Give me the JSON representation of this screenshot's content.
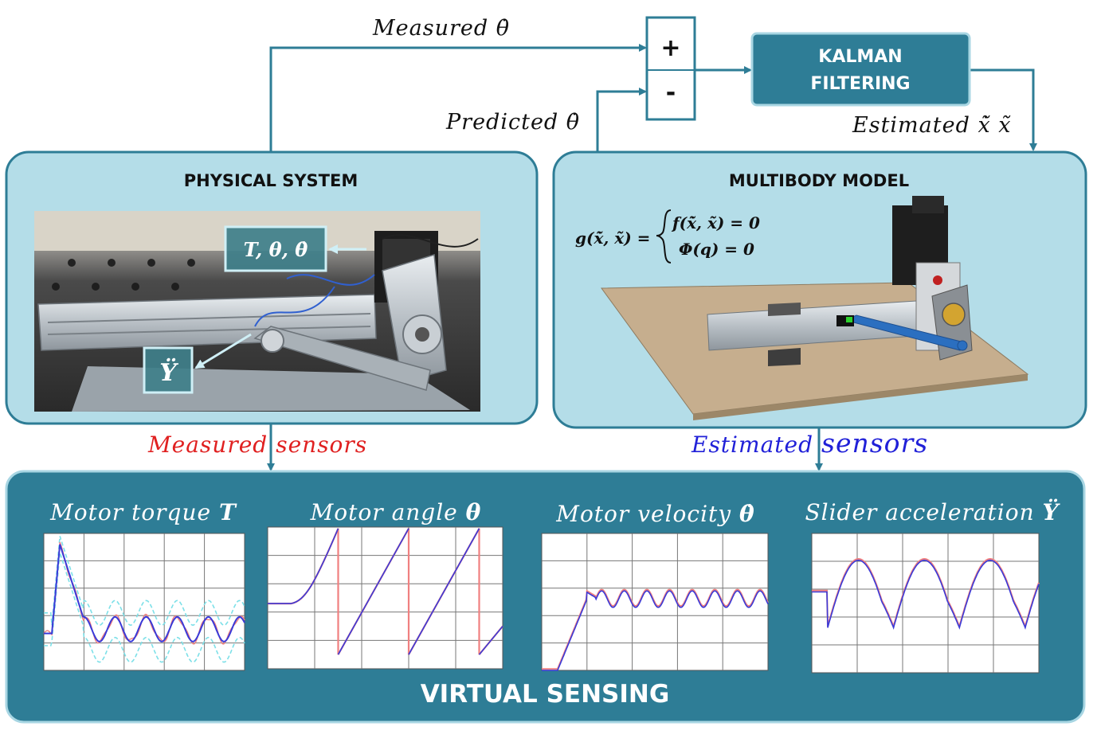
{
  "signals": {
    "measured_theta_dot": "Measured θ̇",
    "predicted_theta_dot": "Predicted θ̇",
    "estimated_states": "Estimated x̃̇ x̃"
  },
  "comparator": {
    "plus": "+",
    "minus": "-"
  },
  "kalman": {
    "line1": "KALMAN",
    "line2": "FILTERING"
  },
  "physical": {
    "title": "PHYSICAL SYSTEM",
    "callout_sensors": "T, θ, θ̇",
    "callout_accel": "Ÿ"
  },
  "multibody": {
    "title": "MULTIBODY MODEL",
    "eq_lhs": "g(x̃̇, x̃) =",
    "eq_line1": "f(x̃̇, x̃) = 0",
    "eq_line2": "Φ(q) = 0"
  },
  "sensors": {
    "measured_word1": "Measured",
    "measured_word2": "sensors",
    "estimated_word1": "Estimated",
    "estimated_word2": "sensors"
  },
  "virtual": {
    "title": "VIRTUAL SENSING",
    "plots": [
      {
        "label_text": "Motor torque",
        "label_symbol": "T"
      },
      {
        "label_text": "Motor angle",
        "label_symbol": "θ"
      },
      {
        "label_text": "Motor velocity",
        "label_symbol": "θ̇"
      },
      {
        "label_text": "Slider acceleration",
        "label_symbol": "Ÿ"
      }
    ]
  },
  "colors": {
    "teal_dark": "#2e7d96",
    "panel_light": "#b4dde8",
    "measured_red": "#e02020",
    "estimated_blue": "#2020d8",
    "estimated_curve": "#3a3ad8",
    "measured_curve": "#f08080",
    "band_cyan": "#7de0e8"
  },
  "icons": [
    "photo-of-test-rig",
    "cad-render-of-mechanism",
    "arrow-icon"
  ]
}
